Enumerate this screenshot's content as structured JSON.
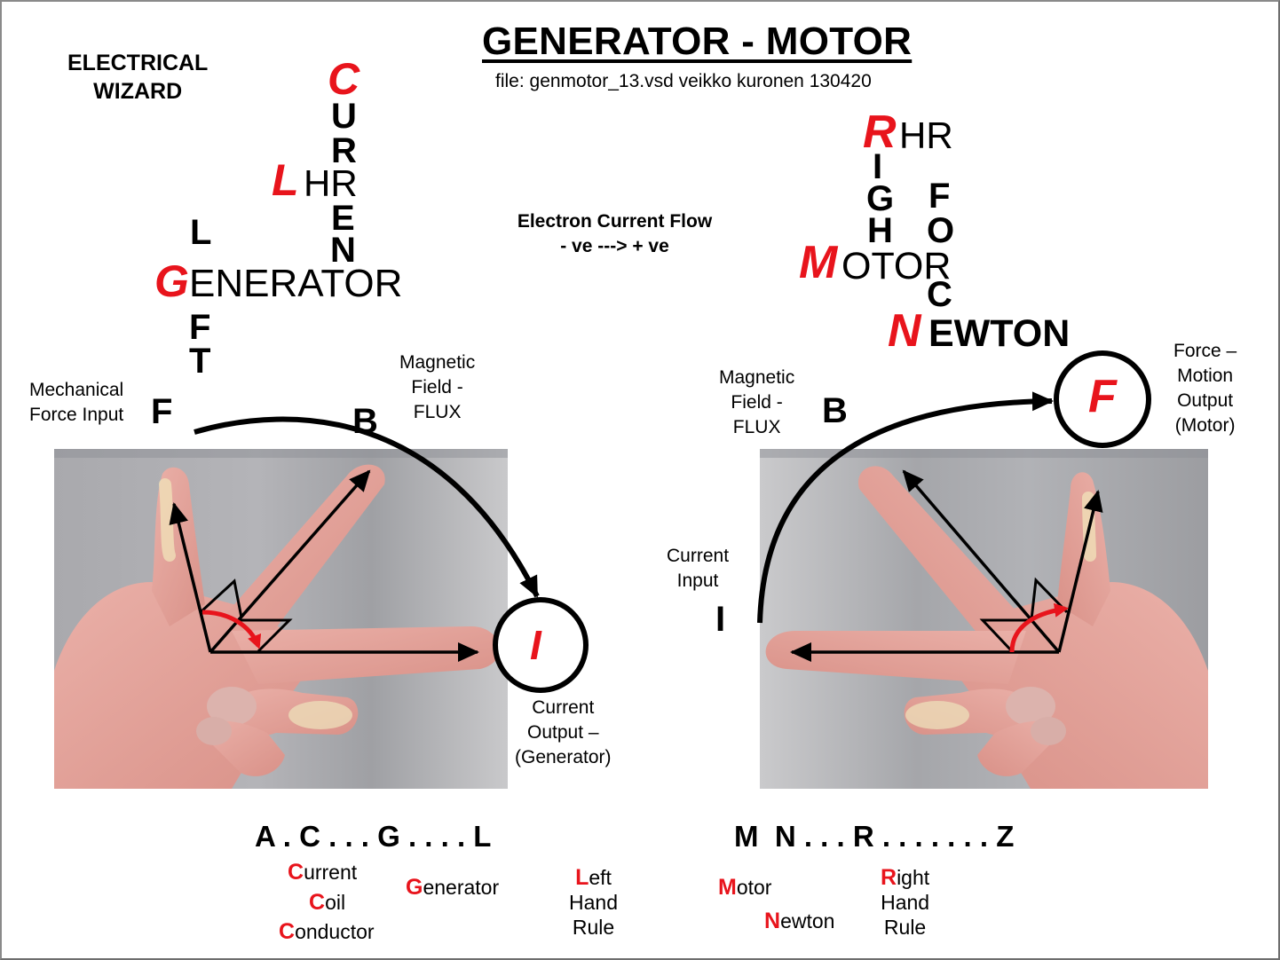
{
  "header": {
    "title": "GENERATOR - MOTOR",
    "subtitle": "file: genmotor_13.vsd  veikko kuronen  130420",
    "brand_line1": "ELECTRICAL",
    "brand_line2": "WIZARD"
  },
  "electron_flow": {
    "line1": "Electron Current Flow",
    "line2": "- ve ---> + ve"
  },
  "left_crossword": {
    "current_word": [
      "C",
      "U",
      "R",
      "R",
      "E",
      "N"
    ],
    "lhr": {
      "initial": "L",
      "rest": "HR"
    },
    "generator": {
      "initial": "G",
      "rest": "ENERATOR"
    },
    "left_word": [
      "L",
      "F",
      "T"
    ]
  },
  "right_crossword": {
    "rhr": {
      "initial": "R",
      "rest": "HR"
    },
    "right_word": [
      "I",
      "G",
      "H"
    ],
    "force_word": [
      "F",
      "O",
      "C"
    ],
    "motor": {
      "initial": "M",
      "rest": "OTOR"
    },
    "newton": {
      "initial": "N",
      "rest": "EWTON"
    }
  },
  "generator_panel": {
    "mechanical_label_1": "Mechanical",
    "mechanical_label_2": "Force Input",
    "force_symbol": "F",
    "field_symbol": "B",
    "field_label_1": "Magnetic",
    "field_label_2": "Field -",
    "field_label_3": "FLUX",
    "output_symbol": "I",
    "output_label_1": "Current",
    "output_label_2": "Output –",
    "output_label_3": "(Generator)"
  },
  "motor_panel": {
    "field_label_1": "Magnetic",
    "field_label_2": "Field -",
    "field_label_3": "FLUX",
    "field_symbol": "B",
    "input_label_1": "Current",
    "input_label_2": "Input",
    "input_symbol": "I",
    "output_symbol": "F",
    "output_label_1": "Force –",
    "output_label_2": "Motion",
    "output_label_3": "Output",
    "output_label_4": "(Motor)"
  },
  "alphabet": {
    "left_row": "A . C . . . G . . . . L",
    "right_row": "M  N . . . R . . . . . . . Z",
    "current": {
      "initial": "C",
      "rest": "urrent"
    },
    "coil": {
      "initial": "C",
      "rest": "oil"
    },
    "conductor": {
      "initial": "C",
      "rest": "onductor"
    },
    "generator": {
      "initial": "G",
      "rest": "enerator"
    },
    "left": {
      "initial": "L",
      "rest": "eft"
    },
    "left_hand": "Hand",
    "left_rule": "Rule",
    "motor": {
      "initial": "M",
      "rest": "otor"
    },
    "newton": {
      "initial": "N",
      "rest": "ewton"
    },
    "right": {
      "initial": "R",
      "rest": "ight"
    },
    "right_hand": "Hand",
    "right_rule": "Rule"
  },
  "colors": {
    "accent_red": "#e8141c",
    "ink": "#000000",
    "skin": "#e7a79f",
    "photo_bg": "#b0b1b5"
  }
}
